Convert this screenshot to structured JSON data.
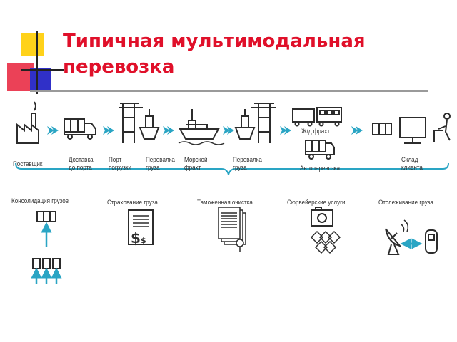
{
  "slide": {
    "title_line1": "Типичная мультимодальная",
    "title_line2": "перевозка"
  },
  "chain": {
    "supplier": "Поставщик",
    "delivery_to_port": "Доставка\nдо порта",
    "loading_port": "Порт\nпогрузки",
    "transshipment_1": "Перевалка\nгруза",
    "sea_freight": "Морской\nфрахт",
    "transshipment_2": "Перевалка\nгруза",
    "rail_freight": "Ж/д фрахт",
    "road_transport": "Автоперевозка",
    "client_warehouse": "Склад\nклиента"
  },
  "services": {
    "consolidation": "Консолидация грузов",
    "insurance": "Страхование груза",
    "customs": "Таможенная очистка",
    "surveyor": "Сюрвейерские услуги",
    "tracking": "Отслеживание груза"
  },
  "colors": {
    "title": "#e0102a",
    "arrow": "#2aa5c4",
    "line": "#2c2c2c",
    "brace": "#2aa5c4"
  }
}
